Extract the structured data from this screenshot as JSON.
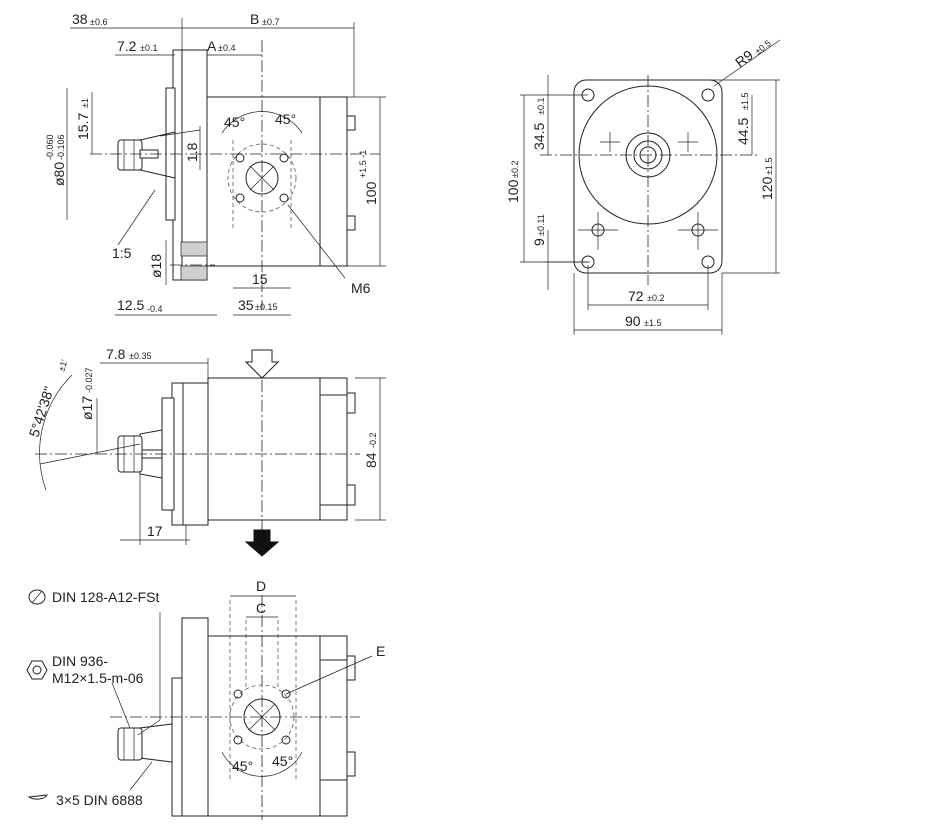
{
  "side_view": {
    "dim_38": "38",
    "tol_38": "±0.6",
    "dim_B": "B",
    "tol_B": "±0.7",
    "dim_7_2": "7.2",
    "tol_7_2": "±0.1",
    "dim_A": "A",
    "tol_A": "±0.4",
    "dim_15_7": "15.7",
    "tol_15_7": "±1",
    "dim_d80": "ø80",
    "tol_d80_upper": "-0.060",
    "tol_d80_lower": "-0.106",
    "angle_left": "45°",
    "angle_right": "45°",
    "dim_1_8": "1.8",
    "dim_100": "100",
    "tol_100": "+1.5 -1",
    "label_taper": "1:5",
    "dim_d18": "ø18",
    "dim_15": "15",
    "label_thread": "M6",
    "dim_12_5": "12.5",
    "tol_12_5": "-0.4",
    "dim_35": "35",
    "tol_35": "±0.15"
  },
  "front_view": {
    "dim_R9": "R9",
    "tol_R9": "±0.5",
    "dim_34_5": "34.5",
    "tol_34_5": "±0.1",
    "dim_44_5": "44.5",
    "tol_44_5": "±1.5",
    "dim_100": "100",
    "tol_100": "±0.2",
    "dim_120": "120",
    "tol_120": "±1.5",
    "dim_9": "9",
    "tol_9": "±0.11",
    "dim_72": "72",
    "tol_72": "±0.2",
    "dim_90": "90",
    "tol_90": "±1.5"
  },
  "top_view": {
    "dim_7_8": "7.8",
    "tol_7_8": "±0.35",
    "angle": "5°42'38\"",
    "tol_angle": "±1'",
    "dim_d17": "ø17",
    "tol_d17": "-0.027",
    "dim_84": "84",
    "tol_84": "-0.2",
    "dim_17": "17"
  },
  "bottom_view": {
    "dim_D": "D",
    "dim_C": "C",
    "label_E": "E",
    "angle_left": "45°",
    "angle_right": "45°"
  },
  "legend": {
    "washer": "DIN 128-A12-FSt",
    "nut_line1": "DIN 936-",
    "nut_line2": "M12×1.5-m-06",
    "key": "3×5 DIN 6888"
  }
}
